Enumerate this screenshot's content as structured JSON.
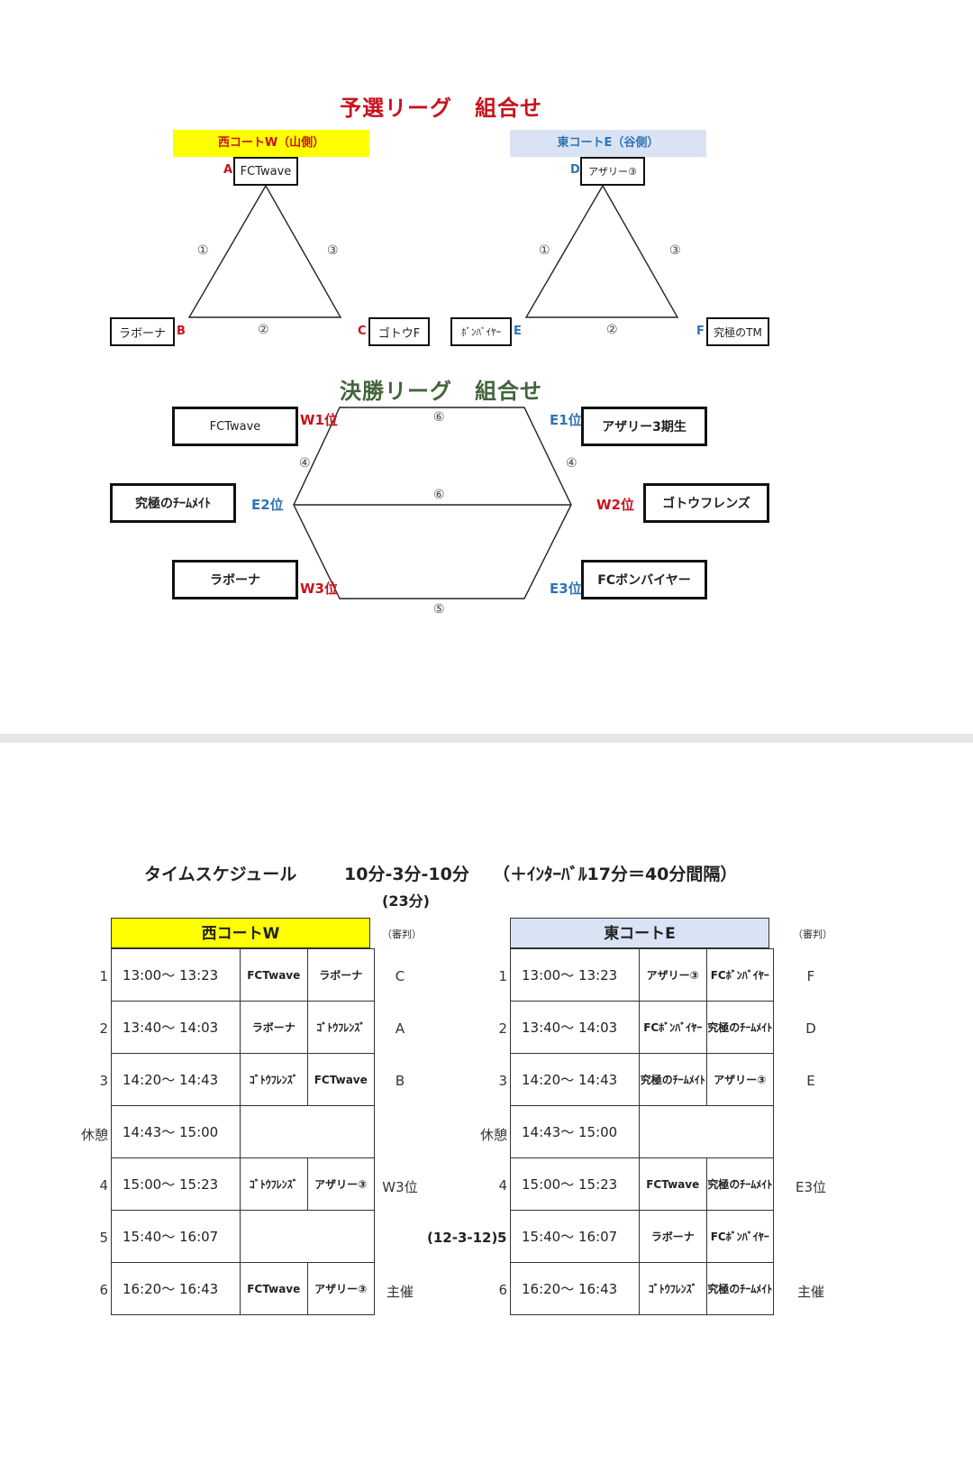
{
  "prelim": {
    "title": "予選リーグ　組合せ",
    "west_label": "西コートW（山側）",
    "east_label": "東コートE（谷側）",
    "west": {
      "A_letter": "A",
      "A_team": "FCTwave",
      "B_letter": "B",
      "B_team": "ラボーナ",
      "C_letter": "C",
      "C_team": "ゴトウF",
      "m1": "①",
      "m2": "②",
      "m3": "③"
    },
    "east": {
      "D_letter": "D",
      "D_team": "アザリー③",
      "E_letter": "E",
      "E_team": "ﾎﾞﾝﾊﾞｲﾔｰ",
      "F_letter": "F",
      "F_team": "究極のTM",
      "m1": "①",
      "m2": "②",
      "m3": "③"
    },
    "colors": {
      "west_bg": "#ffff00",
      "east_bg": "#dae3f3",
      "red": "#c8131d",
      "blue": "#2e74b5"
    }
  },
  "final": {
    "title": "決勝リーグ　組合せ",
    "w1_team": "FCTwave",
    "w1_label": "W1位",
    "e1_team": "アザリー3期生",
    "e1_label": "E1位",
    "e2_team": "究極のﾁｰﾑﾒｲﾄ",
    "e2_label": "E2位",
    "w2_team": "ゴトウフレンズ",
    "w2_label": "W2位",
    "w3_team": "ラボーナ",
    "w3_label": "W3位",
    "e3_team": "FCボンバイヤー",
    "e3_label": "E3位",
    "m4_left": "④",
    "m4_right": "④",
    "m5": "⑤",
    "m6_top": "⑥",
    "m6_mid": "⑥",
    "color_green": "#41643a"
  },
  "schedule": {
    "title": "タイムスケジュール",
    "format": "10分-3分-10分",
    "interval": "（＋ｲﾝﾀｰﾊﾞﾙ17分＝40分間隔）",
    "sub": "(23分)",
    "ref_header": "（審判）",
    "west": {
      "header": "西コートW",
      "rows": [
        {
          "no": "1",
          "time": "13:00～ 13:23",
          "t1": "FCTwave",
          "t2": "ラボーナ",
          "ref": "C"
        },
        {
          "no": "2",
          "time": "13:40～ 14:03",
          "t1": "ラボーナ",
          "t2": "ｺﾞﾄｳﾌﾚﾝｽﾞ",
          "ref": "A"
        },
        {
          "no": "3",
          "time": "14:20～ 14:43",
          "t1": "ｺﾞﾄｳﾌﾚﾝｽﾞ",
          "t2": "FCTwave",
          "ref": "B"
        },
        {
          "no": "休憩",
          "time": "14:43～ 15:00",
          "t1": "",
          "t2": "",
          "ref": ""
        },
        {
          "no": "4",
          "time": "15:00～ 15:23",
          "t1": "ｺﾞﾄｳﾌﾚﾝｽﾞ",
          "t2": "アザリー③",
          "ref": "W3位"
        },
        {
          "no": "5",
          "time": "15:40～ 16:07",
          "t1": "",
          "t2": "",
          "ref": ""
        },
        {
          "no": "6",
          "time": "16:20～ 16:43",
          "t1": "FCTwave",
          "t2": "アザリー③",
          "ref": "主催"
        }
      ]
    },
    "east": {
      "header": "東コートE",
      "note5": "(12-3-12)",
      "rows": [
        {
          "no": "1",
          "time": "13:00～ 13:23",
          "t1": "アザリー③",
          "t2": "FCﾎﾞﾝﾊﾞｲﾔｰ",
          "ref": "F"
        },
        {
          "no": "2",
          "time": "13:40～ 14:03",
          "t1": "FCﾎﾞﾝﾊﾞｲﾔｰ",
          "t2": "究極のﾁｰﾑﾒｲﾄ",
          "ref": "D"
        },
        {
          "no": "3",
          "time": "14:20～ 14:43",
          "t1": "究極のﾁｰﾑﾒｲﾄ",
          "t2": "アザリー③",
          "ref": "E"
        },
        {
          "no": "休憩",
          "time": "14:43～ 15:00",
          "t1": "",
          "t2": "",
          "ref": ""
        },
        {
          "no": "4",
          "time": "15:00～ 15:23",
          "t1": "FCTwave",
          "t2": "究極のﾁｰﾑﾒｲﾄ",
          "ref": "E3位"
        },
        {
          "no": "5",
          "time": "15:40～ 16:07",
          "t1": "ラボーナ",
          "t2": "FCﾎﾞﾝﾊﾞｲﾔｰ",
          "ref": ""
        },
        {
          "no": "6",
          "time": "16:20～ 16:43",
          "t1": "ｺﾞﾄｳﾌﾚﾝｽﾞ",
          "t2": "究極のﾁｰﾑﾒｲﾄ",
          "ref": "主催"
        }
      ]
    }
  }
}
